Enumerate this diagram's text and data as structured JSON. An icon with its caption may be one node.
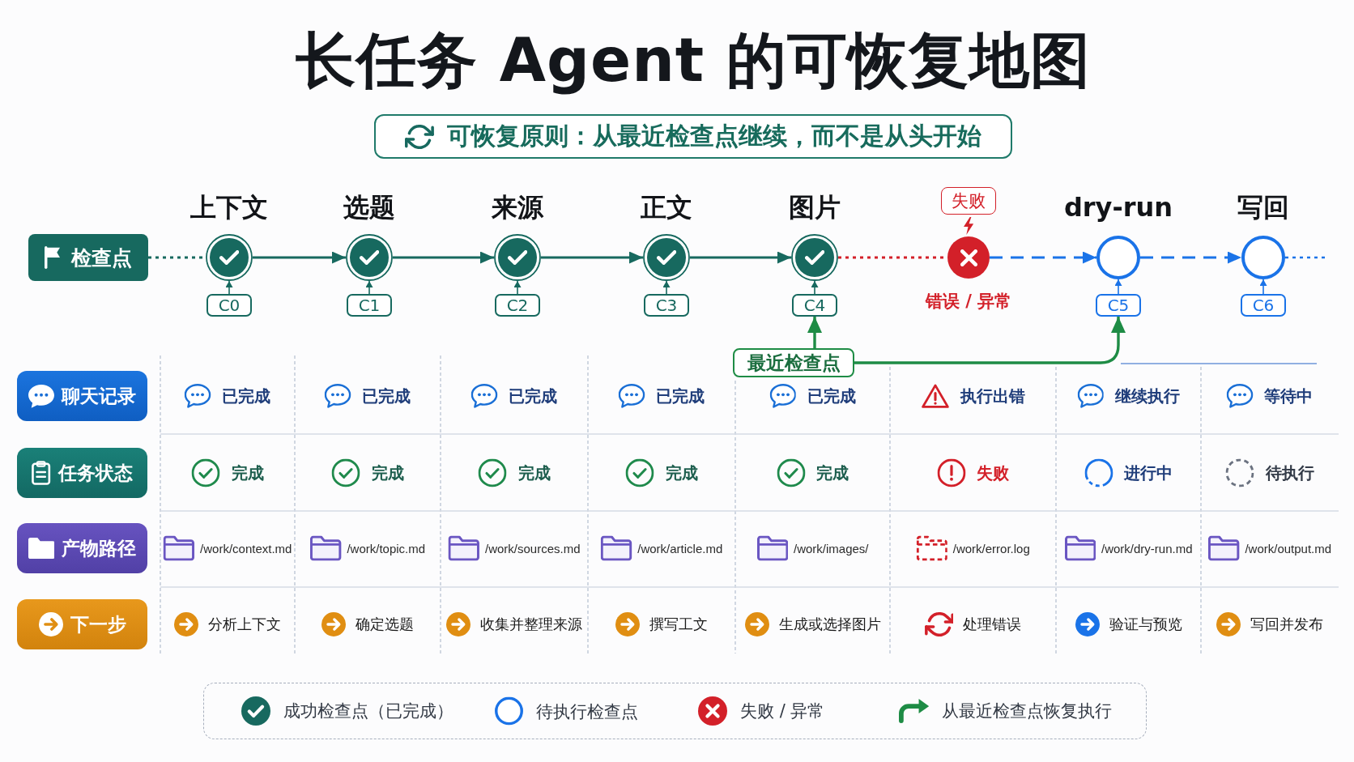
{
  "diagram": {
    "title": "长任务 Agent 的可恢复地图",
    "nodes": [
      {
        "text": [
          "可恢复原则：从最近检查点继续，而不是从头开始"
        ]
      },
      {
        "text": [
          "检查点"
        ]
      },
      {
        "text": [],
        "shape": "circle",
        "beside": [
          "上下文"
        ]
      },
      {
        "text": [],
        "shape": "circle",
        "beside": [
          "选题"
        ]
      },
      {
        "text": [],
        "shape": "circle",
        "beside": [
          "来源"
        ]
      },
      {
        "text": [],
        "shape": "circle",
        "beside": [
          "正文"
        ]
      },
      {
        "text": [],
        "shape": "circle",
        "beside": [
          "图片"
        ]
      },
      {
        "text": [],
        "shape": "circle",
        "beside": [
          "错误 / 异常"
        ]
      },
      {
        "text": [],
        "shape": "circle",
        "beside": [
          "dry-run"
        ]
      },
      {
        "text": [],
        "shape": "circle",
        "beside": [
          "写回"
        ]
      },
      {
        "text": [
          "失败"
        ]
      },
      {
        "text": [
          "C0"
        ]
      },
      {
        "text": [
          "C1"
        ]
      },
      {
        "text": [
          "C2"
        ]
      },
      {
        "text": [
          "C3"
        ]
      },
      {
        "text": [
          "C4"
        ]
      },
      {
        "text": [
          "C5"
        ]
      },
      {
        "text": [
          "C6"
        ]
      },
      {
        "text": [
          "最近检查点"
        ]
      },
      {
        "text": [
          "聊天记录"
        ]
      },
      {
        "text": [
          "任务状态"
        ]
      },
      {
        "text": [
          "产物路径"
        ]
      },
      {
        "text": [
          "下一步"
        ]
      }
    ],
    "edges": [
      {
        "from": 1,
        "to": 2,
        "arrow": "none",
        "style": "dashed"
      },
      {
        "from": 2,
        "to": 3,
        "arrow": "to"
      },
      {
        "from": 3,
        "to": 4,
        "arrow": "to"
      },
      {
        "from": 4,
        "to": 5,
        "arrow": "to"
      },
      {
        "from": 5,
        "to": 6,
        "arrow": "to"
      },
      {
        "from": 6,
        "to": 7,
        "arrow": "none",
        "style": "dashed",
        "color": "#d32029"
      },
      {
        "from": 7,
        "to": 8,
        "arrow": "to",
        "style": "dashed",
        "color": "#1a73e8"
      },
      {
        "from": 8,
        "to": 9,
        "arrow": "to",
        "style": "dashed",
        "color": "#1a73e8"
      },
      {
        "from": 9,
        "to": null,
        "arrow": "none",
        "style": "dashed",
        "color": "#1a73e8"
      },
      {
        "from": 11,
        "to": 2,
        "arrow": "to"
      },
      {
        "from": 12,
        "to": 3,
        "arrow": "to"
      },
      {
        "from": 13,
        "to": 4,
        "arrow": "to"
      },
      {
        "from": 14,
        "to": 5,
        "arrow": "to"
      },
      {
        "from": 15,
        "to": 6,
        "arrow": "to"
      },
      {
        "from": 16,
        "to": 8,
        "arrow": "to",
        "color": "#1a73e8"
      },
      {
        "from": 17,
        "to": 9,
        "arrow": "to",
        "color": "#1a73e8"
      },
      {
        "from": 18,
        "to": 15,
        "arrow": "to",
        "color": "#1e8c45"
      },
      {
        "from": 18,
        "to": 16,
        "arrow": "to",
        "color": "#1e8c45"
      }
    ],
    "labels": [
      "已完成",
      "已完成",
      "已完成",
      "已完成",
      "已完成",
      "执行出错",
      "继续执行",
      "等待中",
      "完成",
      "完成",
      "完成",
      "完成",
      "完成",
      "失败",
      "进行中",
      "待执行",
      "/work/context.md",
      "/work/topic.md",
      "/work/sources.md",
      "/work/article.md",
      "/work/images/",
      "/work/error.log",
      "/work/dry-run.md",
      "/work/output.md",
      "分析上下文",
      "确定选题",
      "收集并整理来源",
      "撰写工文",
      "生成或选择图片",
      "处理错误",
      "验证与预览",
      "写回并发布"
    ],
    "legend": [
      {
        "text": "成功检查点（已完成）"
      },
      {
        "text": "待执行检查点"
      },
      {
        "text": "失败 / 异常"
      },
      {
        "text": "从最近检查点恢复执行"
      }
    ]
  }
}
